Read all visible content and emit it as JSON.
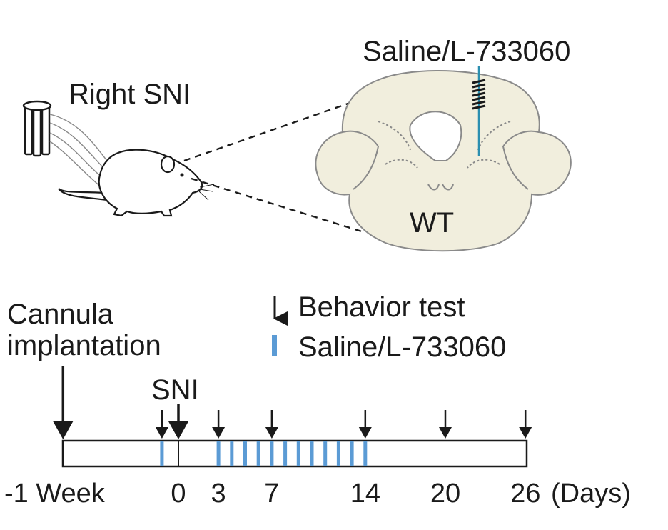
{
  "colors": {
    "ink": "#1a1a1a",
    "brain_fill": "#f1eedd",
    "brain_stroke": "#8a8a8a",
    "infusion_mark": "#5b9bd5",
    "cannula_line": "#2b8fb0",
    "mouse_fill": "#ffffff"
  },
  "top": {
    "injection_label": "Saline/L-733060",
    "surgery_label": "Right SNI",
    "brain_label": "WT",
    "icons": [
      "mouse-illustration",
      "brain-slice-illustration",
      "cannula-icon",
      "electrode-icon"
    ]
  },
  "legend": {
    "behavior_label": "Behavior test",
    "behavior_icon": "down-arrow-icon",
    "infusion_label": "Saline/L-733060",
    "infusion_icon": "blue-bar-icon"
  },
  "timeline": {
    "events": [
      {
        "label_line1": "Cannula",
        "label_line2": "implantation",
        "day": -7
      },
      {
        "label": "SNI",
        "day": 0
      }
    ],
    "day_labels": [
      {
        "text": "-1 Week",
        "day": -7
      },
      {
        "text": "0",
        "day": 0
      },
      {
        "text": "3",
        "day": 3
      },
      {
        "text": "7",
        "day": 7
      },
      {
        "text": "14",
        "day": 14
      },
      {
        "text": "20",
        "day": 20
      },
      {
        "text": "26",
        "day": 26
      }
    ],
    "unit_label": "(Days)",
    "behavior_test_days": [
      -1,
      3,
      7,
      14,
      20,
      26
    ],
    "infusion_days": [
      -1,
      3,
      4,
      5,
      6,
      7,
      8,
      9,
      10,
      11,
      12,
      13,
      14
    ]
  }
}
